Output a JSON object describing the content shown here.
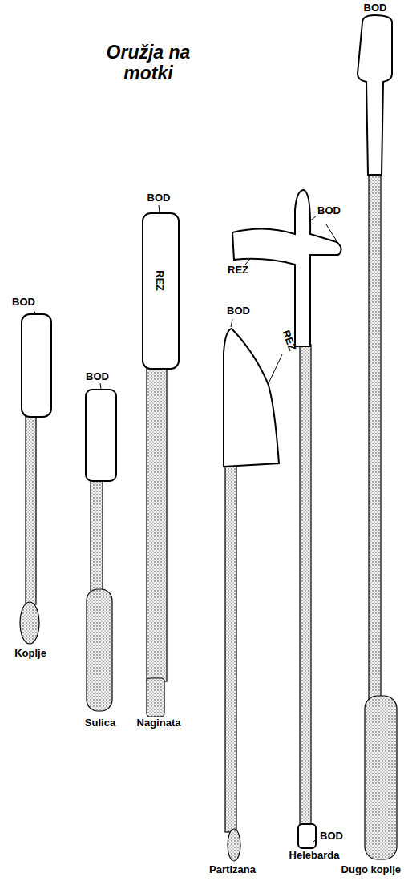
{
  "diagram": {
    "title": "Oružja na motki",
    "labels": [
      "BOD",
      "BOD",
      "BOD",
      "REZ",
      "BOD",
      "REZ",
      "BOD",
      "REZ",
      "BOD",
      "BOD",
      "Koplje",
      "Sulica",
      "Naginata",
      "Helebarda",
      "Partizana",
      "Dugo koplje"
    ]
  }
}
